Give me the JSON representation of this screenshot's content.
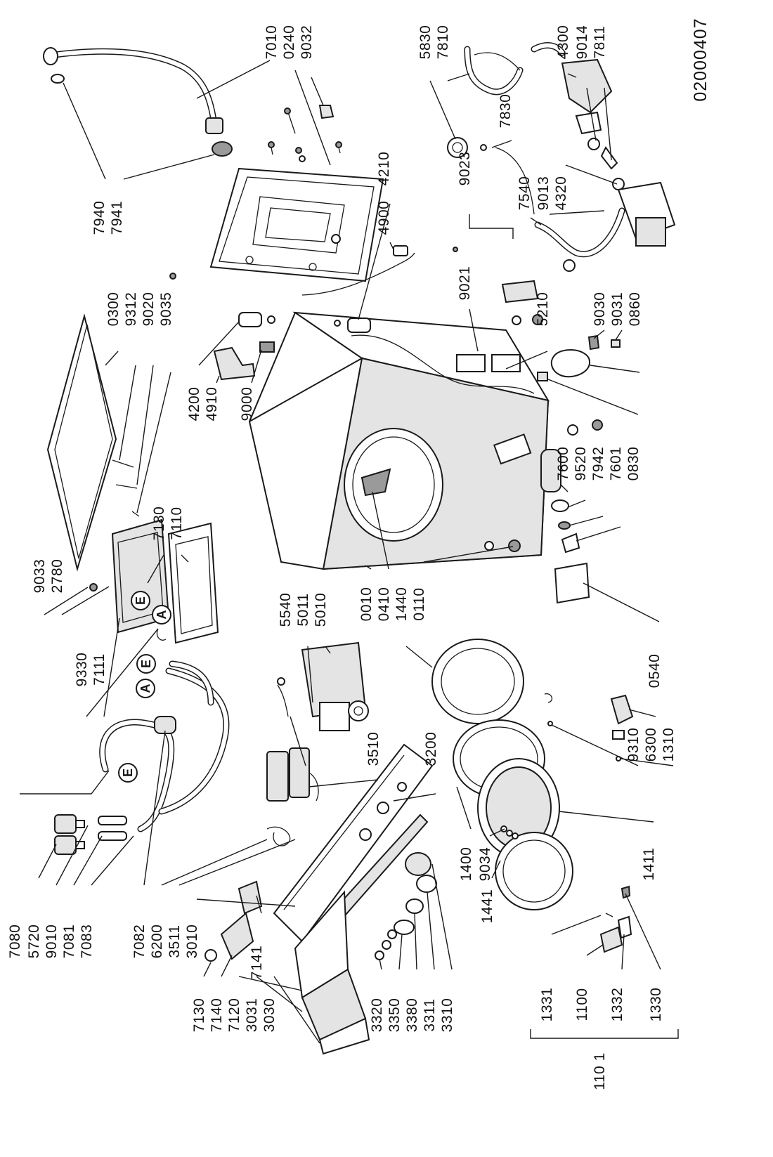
{
  "document": {
    "number": "02000407"
  },
  "markers": {
    "a": "A",
    "e": "E"
  },
  "parts": [
    {
      "id": "p7940",
      "label": "7940"
    },
    {
      "id": "p7941",
      "label": "7941"
    },
    {
      "id": "p7010",
      "label": "7010"
    },
    {
      "id": "p0240",
      "label": "0240"
    },
    {
      "id": "p9032",
      "label": "9032"
    },
    {
      "id": "p5830",
      "label": "5830"
    },
    {
      "id": "p7810",
      "label": "7810"
    },
    {
      "id": "p7830",
      "label": "7830"
    },
    {
      "id": "p4300",
      "label": "4300"
    },
    {
      "id": "p9014",
      "label": "9014"
    },
    {
      "id": "p7811",
      "label": "7811"
    },
    {
      "id": "p7540",
      "label": "7540"
    },
    {
      "id": "p9013",
      "label": "9013"
    },
    {
      "id": "p4320",
      "label": "4320"
    },
    {
      "id": "p4900",
      "label": "4900"
    },
    {
      "id": "p4210",
      "label": "4210"
    },
    {
      "id": "p9023",
      "label": "9023"
    },
    {
      "id": "p9021",
      "label": "9021"
    },
    {
      "id": "p5210",
      "label": "5210"
    },
    {
      "id": "p9030",
      "label": "9030"
    },
    {
      "id": "p9031",
      "label": "9031"
    },
    {
      "id": "p0860",
      "label": "0860"
    },
    {
      "id": "p0300",
      "label": "0300"
    },
    {
      "id": "p9312",
      "label": "9312"
    },
    {
      "id": "p9020",
      "label": "9020"
    },
    {
      "id": "p9035",
      "label": "9035"
    },
    {
      "id": "p4200",
      "label": "4200"
    },
    {
      "id": "p4910",
      "label": "4910"
    },
    {
      "id": "p9000",
      "label": "9000"
    },
    {
      "id": "p7180",
      "label": "7180"
    },
    {
      "id": "p7110",
      "label": "7110"
    },
    {
      "id": "p9033",
      "label": "9033"
    },
    {
      "id": "p2780",
      "label": "2780"
    },
    {
      "id": "p9330",
      "label": "9330"
    },
    {
      "id": "p7111",
      "label": "7111"
    },
    {
      "id": "p7600",
      "label": "7600"
    },
    {
      "id": "p9520",
      "label": "9520"
    },
    {
      "id": "p7942",
      "label": "7942"
    },
    {
      "id": "p7601",
      "label": "7601"
    },
    {
      "id": "p0830",
      "label": "0830"
    },
    {
      "id": "p0010",
      "label": "0010"
    },
    {
      "id": "p0410",
      "label": "0410"
    },
    {
      "id": "p1440",
      "label": "1440"
    },
    {
      "id": "p0110",
      "label": "0110"
    },
    {
      "id": "p0540",
      "label": "0540"
    },
    {
      "id": "p5540",
      "label": "5540"
    },
    {
      "id": "p5011",
      "label": "5011"
    },
    {
      "id": "p5010",
      "label": "5010"
    },
    {
      "id": "p3510",
      "label": "3510"
    },
    {
      "id": "p3200",
      "label": "3200"
    },
    {
      "id": "p9310",
      "label": "9310"
    },
    {
      "id": "p6300",
      "label": "6300"
    },
    {
      "id": "p1310",
      "label": "1310"
    },
    {
      "id": "p1400",
      "label": "1400"
    },
    {
      "id": "p9034",
      "label": "9034"
    },
    {
      "id": "p1411",
      "label": "1411"
    },
    {
      "id": "p1441",
      "label": "1441"
    },
    {
      "id": "p7080",
      "label": "7080"
    },
    {
      "id": "p5720",
      "label": "5720"
    },
    {
      "id": "p9010",
      "label": "9010"
    },
    {
      "id": "p7081",
      "label": "7081"
    },
    {
      "id": "p7083",
      "label": "7083"
    },
    {
      "id": "p7082",
      "label": "7082"
    },
    {
      "id": "p6200",
      "label": "6200"
    },
    {
      "id": "p3511",
      "label": "3511"
    },
    {
      "id": "p3010",
      "label": "3010"
    },
    {
      "id": "p7141",
      "label": "7141"
    },
    {
      "id": "p7130",
      "label": "7130"
    },
    {
      "id": "p7140",
      "label": "7140"
    },
    {
      "id": "p7120",
      "label": "7120"
    },
    {
      "id": "p3031",
      "label": "3031"
    },
    {
      "id": "p3030",
      "label": "3030"
    },
    {
      "id": "p3320",
      "label": "3320"
    },
    {
      "id": "p3350",
      "label": "3350"
    },
    {
      "id": "p3380",
      "label": "3380"
    },
    {
      "id": "p3311",
      "label": "3311"
    },
    {
      "id": "p3310",
      "label": "3310"
    },
    {
      "id": "p1331",
      "label": "1331"
    },
    {
      "id": "p1100",
      "label": "1100"
    },
    {
      "id": "p1332",
      "label": "1332"
    },
    {
      "id": "p1330",
      "label": "1330"
    },
    {
      "id": "p1101",
      "label": "110 1"
    }
  ]
}
